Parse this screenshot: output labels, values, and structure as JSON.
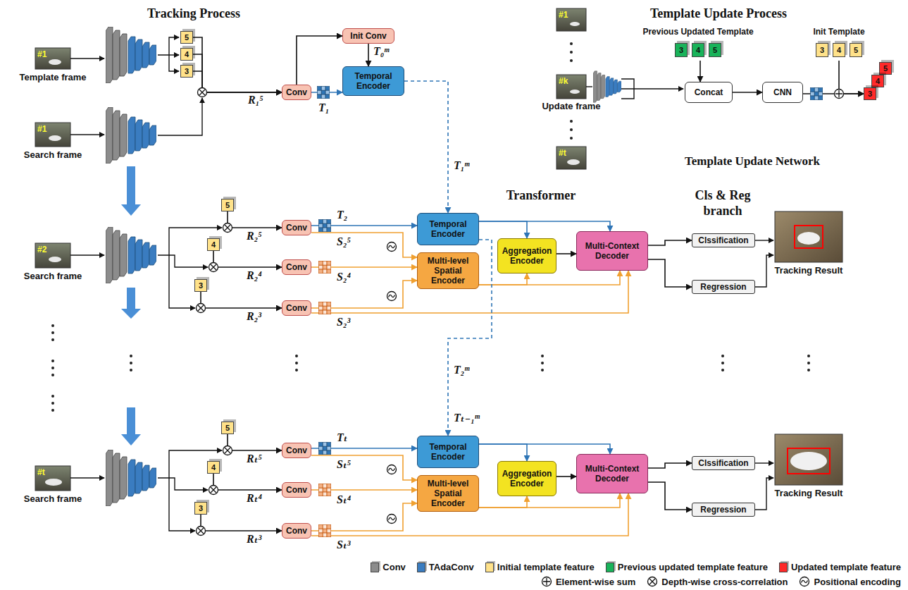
{
  "diagram": {
    "nodes": [
      {
        "text": [
          "Tracking Process"
        ]
      },
      {
        "text": [
          "Template Update Process"
        ]
      },
      {
        "text": [
          "Template Update Network"
        ],
        "in": 1
      },
      {
        "text": [
          "Previous Updated Template"
        ],
        "in": 2
      },
      {
        "text": [
          "3"
        ],
        "in": 3
      },
      {
        "text": [
          "4"
        ],
        "in": 3
      },
      {
        "text": [
          "5"
        ],
        "in": 3
      },
      {
        "text": [
          "Init Template"
        ],
        "in": 2
      },
      {
        "text": [
          "3"
        ],
        "in": 7
      },
      {
        "text": [
          "4"
        ],
        "in": 7
      },
      {
        "text": [
          "5"
        ],
        "in": 7
      },
      {
        "text": [
          "Concat"
        ],
        "in": 2
      },
      {
        "text": [
          "CNN"
        ],
        "in": 2
      },
      {
        "text": [
          "5"
        ],
        "in": 2
      },
      {
        "text": [
          "4"
        ],
        "in": 2
      },
      {
        "text": [
          "3"
        ],
        "in": 2
      },
      {
        "text": [
          "5"
        ],
        "in": 0
      },
      {
        "text": [
          "4"
        ],
        "in": 0
      },
      {
        "text": [
          "3"
        ],
        "in": 0
      },
      {
        "text": [
          "Conv"
        ],
        "in": 0
      },
      {
        "text": [
          "Init Conv"
        ],
        "in": 0
      },
      {
        "text": [
          "Transformer"
        ],
        "in": 0
      },
      {
        "text": [
          "Cls & Reg branch"
        ],
        "in": 0
      },
      {
        "text": [
          "Temporal Encoder"
        ],
        "in": 0
      },
      {
        "text": [
          "5"
        ],
        "in": 0
      },
      {
        "text": [
          "4"
        ],
        "in": 0
      },
      {
        "text": [
          "3"
        ],
        "in": 0
      },
      {
        "text": [
          "Conv"
        ],
        "in": 0
      },
      {
        "text": [
          "Conv"
        ],
        "in": 0
      },
      {
        "text": [
          "Conv"
        ],
        "in": 0
      },
      {
        "text": [
          "Temporal Encoder"
        ],
        "in": 21
      },
      {
        "text": [
          "Multi-level Spatial Encoder"
        ],
        "in": 21
      },
      {
        "text": [
          "Aggregation Encoder"
        ],
        "in": 21
      },
      {
        "text": [
          "Multi-Context Decoder"
        ],
        "in": 21
      },
      {
        "text": [
          "Clssification"
        ],
        "in": 22
      },
      {
        "text": [
          "Regression"
        ],
        "in": 22
      },
      {
        "text": [
          "5"
        ],
        "in": 0
      },
      {
        "text": [
          "4"
        ],
        "in": 0
      },
      {
        "text": [
          "3"
        ],
        "in": 0
      },
      {
        "text": [
          "Conv"
        ],
        "in": 0
      },
      {
        "text": [
          "Conv"
        ],
        "in": 0
      },
      {
        "text": [
          "Conv"
        ],
        "in": 0
      },
      {
        "text": [
          "Temporal Encoder"
        ],
        "in": 21
      },
      {
        "text": [
          "Multi-level Spatial Encoder"
        ],
        "in": 21
      },
      {
        "text": [
          "Aggregation Encoder"
        ],
        "in": 21
      },
      {
        "text": [
          "Multi-Context Decoder"
        ],
        "in": 21
      },
      {
        "text": [
          "Clssification"
        ],
        "in": 22
      },
      {
        "text": [
          "Regression"
        ],
        "in": 22
      }
    ],
    "edges": [
      {
        "from": 3,
        "to": 11,
        "arrow": "to"
      },
      {
        "from": 11,
        "to": 12,
        "arrow": "to"
      },
      {
        "from": 12,
        "to": 15,
        "arrow": "to"
      },
      {
        "from": 7,
        "to": 15,
        "arrow": "to"
      },
      {
        "from": 16,
        "to": 19,
        "arrow": "to"
      },
      {
        "from": 17,
        "to": 19,
        "arrow": "to"
      },
      {
        "from": 18,
        "to": 19,
        "arrow": "to"
      },
      {
        "from": 19,
        "to": 20,
        "arrow": "to"
      },
      {
        "from": 20,
        "to": 23,
        "arrow": "to"
      },
      {
        "from": 19,
        "to": 23,
        "arrow": "to"
      },
      {
        "from": 23,
        "to": 30,
        "arrow": "to",
        "label": "T₁ᵐ"
      },
      {
        "from": 24,
        "to": 27,
        "arrow": "to"
      },
      {
        "from": 25,
        "to": 28,
        "arrow": "to"
      },
      {
        "from": 26,
        "to": 29,
        "arrow": "to"
      },
      {
        "from": 27,
        "to": 30,
        "arrow": "to"
      },
      {
        "from": 27,
        "to": 31,
        "arrow": "to"
      },
      {
        "from": 28,
        "to": 31,
        "arrow": "to"
      },
      {
        "from": 29,
        "to": 31,
        "arrow": "to"
      },
      {
        "from": 29,
        "to": 33,
        "arrow": "to"
      },
      {
        "from": 30,
        "to": 32,
        "arrow": "to"
      },
      {
        "from": 30,
        "to": 33,
        "arrow": "to"
      },
      {
        "from": 31,
        "to": 32,
        "arrow": "to"
      },
      {
        "from": 31,
        "to": 33,
        "arrow": "to"
      },
      {
        "from": 32,
        "to": 33,
        "arrow": "to"
      },
      {
        "from": 33,
        "to": 34,
        "arrow": "to"
      },
      {
        "from": 33,
        "to": 35,
        "arrow": "to"
      },
      {
        "from": 30,
        "to": 42,
        "arrow": "to",
        "label": "T₂ᵐ"
      },
      {
        "from": 36,
        "to": 39,
        "arrow": "to"
      },
      {
        "from": 37,
        "to": 40,
        "arrow": "to"
      },
      {
        "from": 38,
        "to": 41,
        "arrow": "to"
      },
      {
        "from": 39,
        "to": 42,
        "arrow": "to"
      },
      {
        "from": 39,
        "to": 43,
        "arrow": "to"
      },
      {
        "from": 40,
        "to": 43,
        "arrow": "to"
      },
      {
        "from": 41,
        "to": 43,
        "arrow": "to"
      },
      {
        "from": 41,
        "to": 45,
        "arrow": "to"
      },
      {
        "from": 42,
        "to": 44,
        "arrow": "to"
      },
      {
        "from": 42,
        "to": 45,
        "arrow": "to"
      },
      {
        "from": 43,
        "to": 44,
        "arrow": "to"
      },
      {
        "from": 43,
        "to": 45,
        "arrow": "to"
      },
      {
        "from": 44,
        "to": 45,
        "arrow": "to"
      },
      {
        "from": 45,
        "to": 46,
        "arrow": "to"
      },
      {
        "from": 45,
        "to": 47,
        "arrow": "to"
      }
    ],
    "labels": [
      "#1",
      "Template frame",
      "#1",
      "Search frame",
      "R₁⁵",
      "T₀ᵐ",
      "T₁",
      "#1",
      "#k",
      "Update frame",
      "#t",
      "#2",
      "Search frame",
      "R₂⁵",
      "T₂",
      "S₂⁵",
      "R₂⁴",
      "S₂⁴",
      "R₂³",
      "S₂³",
      "Tracking Result",
      "Tₜ₋₁ᵐ",
      "#t",
      "Search frame",
      "Rₜ⁵",
      "Tₜ",
      "Sₜ⁵",
      "Rₜ⁴",
      "Sₜ⁴",
      "Rₜ³",
      "Sₜ³",
      "Tracking Result"
    ],
    "legend": [
      {
        "text": "Conv",
        "color": "#8c8c8c"
      },
      {
        "text": "TAdaConv",
        "color": "#3a7cc0"
      },
      {
        "text": "Initial template feature",
        "color": "#ffe28a"
      },
      {
        "text": "Previous updated template feature",
        "color": "#19b35a"
      },
      {
        "text": "Updated template feature",
        "color": "#ff2a2a"
      },
      {
        "text": "Element-wise sum"
      },
      {
        "text": "Depth-wise cross-correlation"
      },
      {
        "text": "Positional encoding"
      }
    ]
  }
}
